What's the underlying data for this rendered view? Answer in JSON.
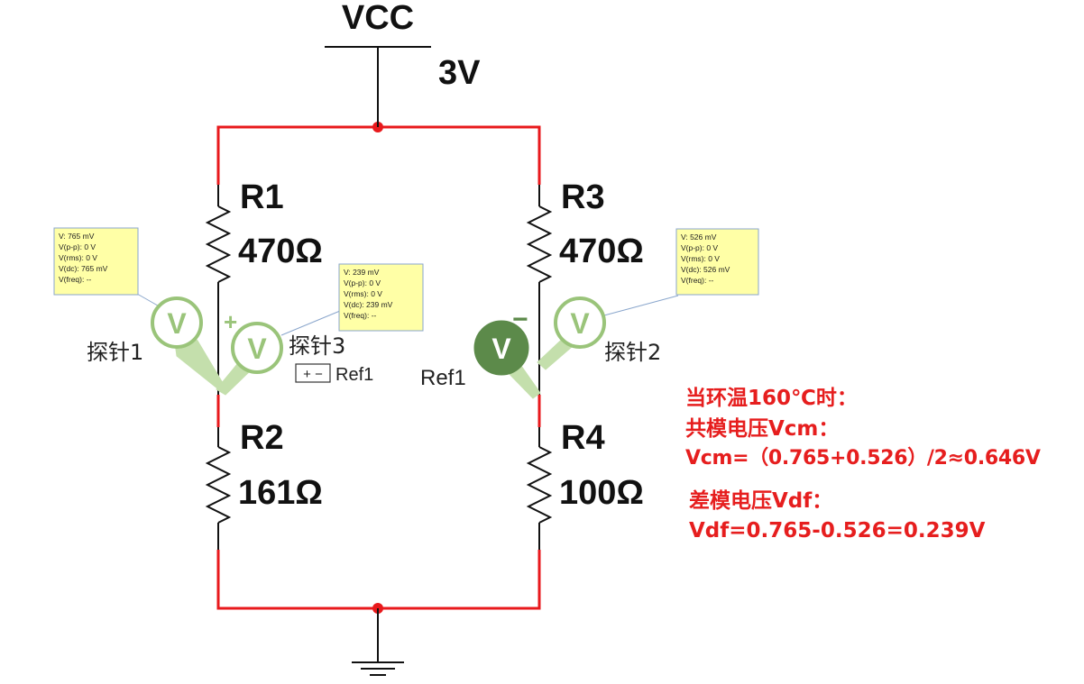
{
  "source": {
    "name": "VCC",
    "voltage": "3V"
  },
  "resistors": [
    {
      "ref": "R1",
      "value": "470Ω"
    },
    {
      "ref": "R2",
      "value": "161Ω"
    },
    {
      "ref": "R3",
      "value": "470Ω"
    },
    {
      "ref": "R4",
      "value": "100Ω"
    }
  ],
  "probes": [
    {
      "name": "探针1",
      "symbol": "V",
      "readings": [
        "V: 765 mV",
        "V(p-p): 0 V",
        "V(rms): 0 V",
        "V(dc): 765 mV",
        "V(freq): --"
      ]
    },
    {
      "name": "探针2",
      "symbol": "V",
      "readings": [
        "V: 526 mV",
        "V(p-p): 0 V",
        "V(rms): 0 V",
        "V(dc): 526 mV",
        "V(freq): --"
      ]
    },
    {
      "name": "探针3",
      "symbol": "V",
      "ref_label": "Ref1",
      "readings": [
        "V: 239 mV",
        "V(p-p): 0 V",
        "V(rms): 0 V",
        "V(dc): 239 mV",
        "V(freq): --"
      ]
    }
  ],
  "reference_probe": {
    "name": "Ref1",
    "symbol": "V"
  },
  "polarity": {
    "plus": "+",
    "minus": "−",
    "box": "+ −"
  },
  "notes": [
    "当环温160℃时：",
    "共模电压Vcm：",
    "Vcm=（0.765+0.526）/2≈0.646V",
    "差模电压Vdf：",
    "Vdf=0.765-0.526=0.239V"
  ],
  "colors": {
    "wire": "#e8191c",
    "probe_light": "#9ac47a",
    "probe_dark": "#5c8a4a",
    "tooltip_bg": "#ffffa6",
    "note": "#e61e1e"
  }
}
